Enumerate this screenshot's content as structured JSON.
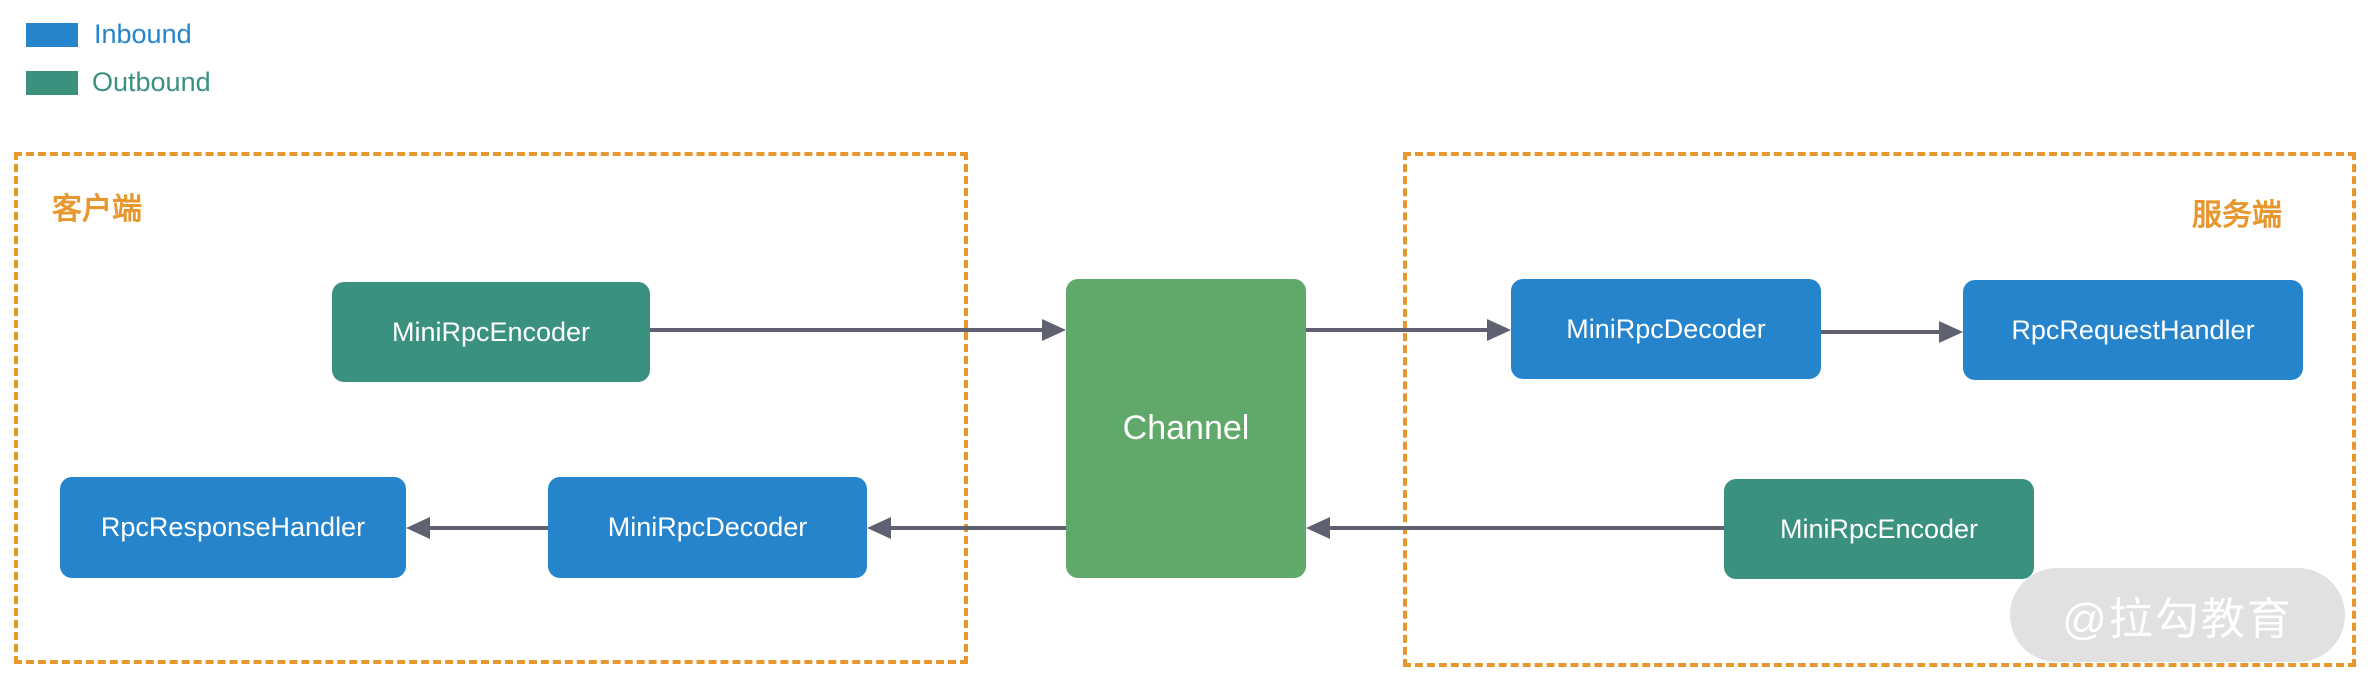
{
  "legend": {
    "items": [
      {
        "label": "Inbound",
        "color": "#2584cc"
      },
      {
        "label": "Outbound",
        "color": "#3b9180"
      }
    ]
  },
  "groups": {
    "client": {
      "label": "客户端"
    },
    "server": {
      "label": "服务端"
    }
  },
  "nodes": {
    "client_encoder": {
      "label": "MiniRpcEncoder",
      "kind": "outbound"
    },
    "client_decoder": {
      "label": "MiniRpcDecoder",
      "kind": "inbound"
    },
    "response_handler": {
      "label": "RpcResponseHandler",
      "kind": "inbound"
    },
    "channel": {
      "label": "Channel"
    },
    "server_decoder": {
      "label": "MiniRpcDecoder",
      "kind": "inbound"
    },
    "request_handler": {
      "label": "RpcRequestHandler",
      "kind": "inbound"
    },
    "server_encoder": {
      "label": "MiniRpcEncoder",
      "kind": "outbound"
    }
  },
  "edges": [
    {
      "from": "client_encoder",
      "to": "channel"
    },
    {
      "from": "channel",
      "to": "server_decoder"
    },
    {
      "from": "server_decoder",
      "to": "request_handler"
    },
    {
      "from": "server_encoder",
      "to": "channel"
    },
    {
      "from": "channel",
      "to": "client_decoder"
    },
    {
      "from": "client_decoder",
      "to": "response_handler"
    }
  ],
  "watermark": {
    "text": "@拉勾教育"
  },
  "colors": {
    "inbound": "#2584cc",
    "outbound": "#3b9180",
    "channel": "#61a96b",
    "group_border": "#e8962e",
    "edge": "#5f6170"
  }
}
